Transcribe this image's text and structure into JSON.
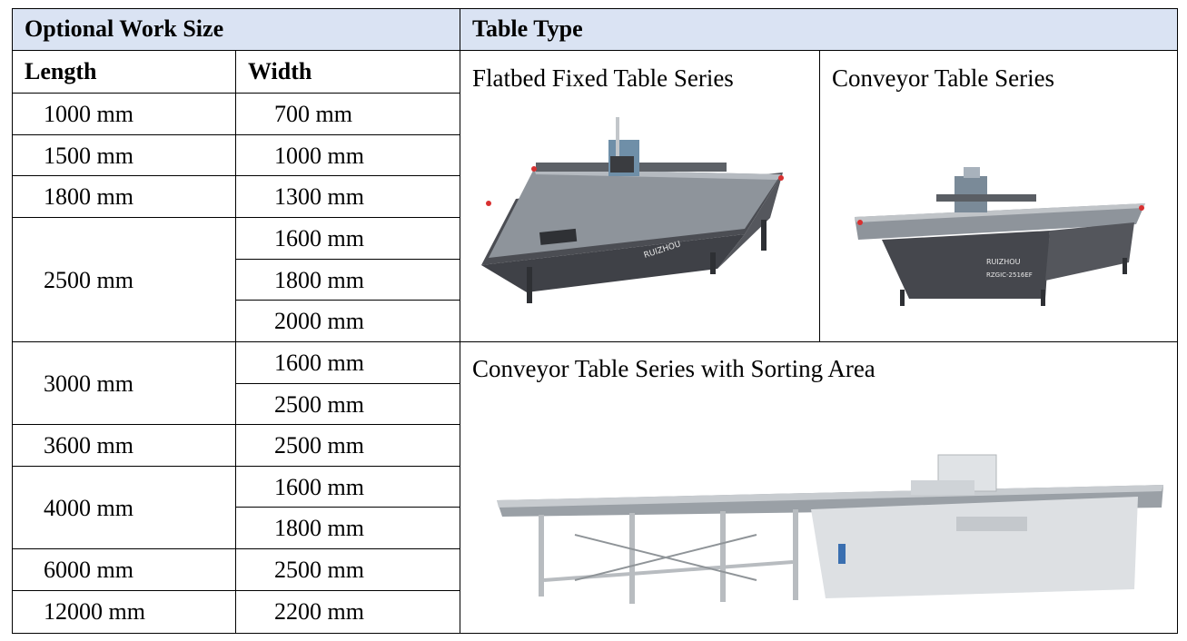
{
  "headers": {
    "work_size": "Optional Work Size",
    "table_type": "Table Type"
  },
  "columns": {
    "length": "Length",
    "width": "Width"
  },
  "rows": [
    {
      "length": "1000 mm",
      "widths": [
        "700 mm"
      ]
    },
    {
      "length": "1500 mm",
      "widths": [
        "1000 mm"
      ]
    },
    {
      "length": "1800 mm",
      "widths": [
        "1300 mm"
      ]
    },
    {
      "length": "2500 mm",
      "widths": [
        "1600 mm",
        "1800 mm",
        "2000 mm"
      ]
    },
    {
      "length": "3000 mm",
      "widths": [
        "1600 mm",
        "2500 mm"
      ]
    },
    {
      "length": "3600 mm",
      "widths": [
        "2500 mm"
      ]
    },
    {
      "length": "4000 mm",
      "widths": [
        "1600 mm",
        "1800 mm"
      ]
    },
    {
      "length": "6000 mm",
      "widths": [
        "2500 mm"
      ]
    },
    {
      "length": "12000 mm",
      "widths": [
        "2200 mm"
      ]
    }
  ],
  "table_types": [
    {
      "title": "Flatbed Fixed Table Series",
      "brand": "RUIZHOU"
    },
    {
      "title": "Conveyor Table Series",
      "brand": "RUIZHOU",
      "model": "RZGIC-2516EF"
    },
    {
      "title": "Conveyor Table Series with Sorting Area"
    }
  ],
  "colors": {
    "header_bg": "#dae3f3",
    "machine_body": "#4a4c52",
    "table_top": "#9aa0a6"
  }
}
